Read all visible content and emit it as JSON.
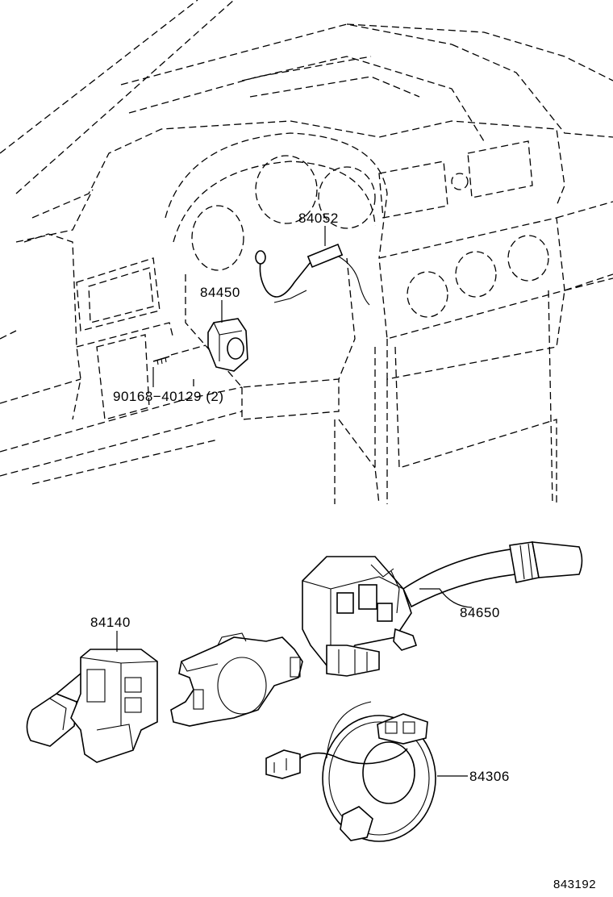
{
  "parts": {
    "p84052": "84052",
    "p84450": "84450",
    "p90168": "90168−40129 (2)",
    "p84140": "84140",
    "p84650": "84650",
    "p84306": "84306"
  },
  "figure_id": "843192"
}
